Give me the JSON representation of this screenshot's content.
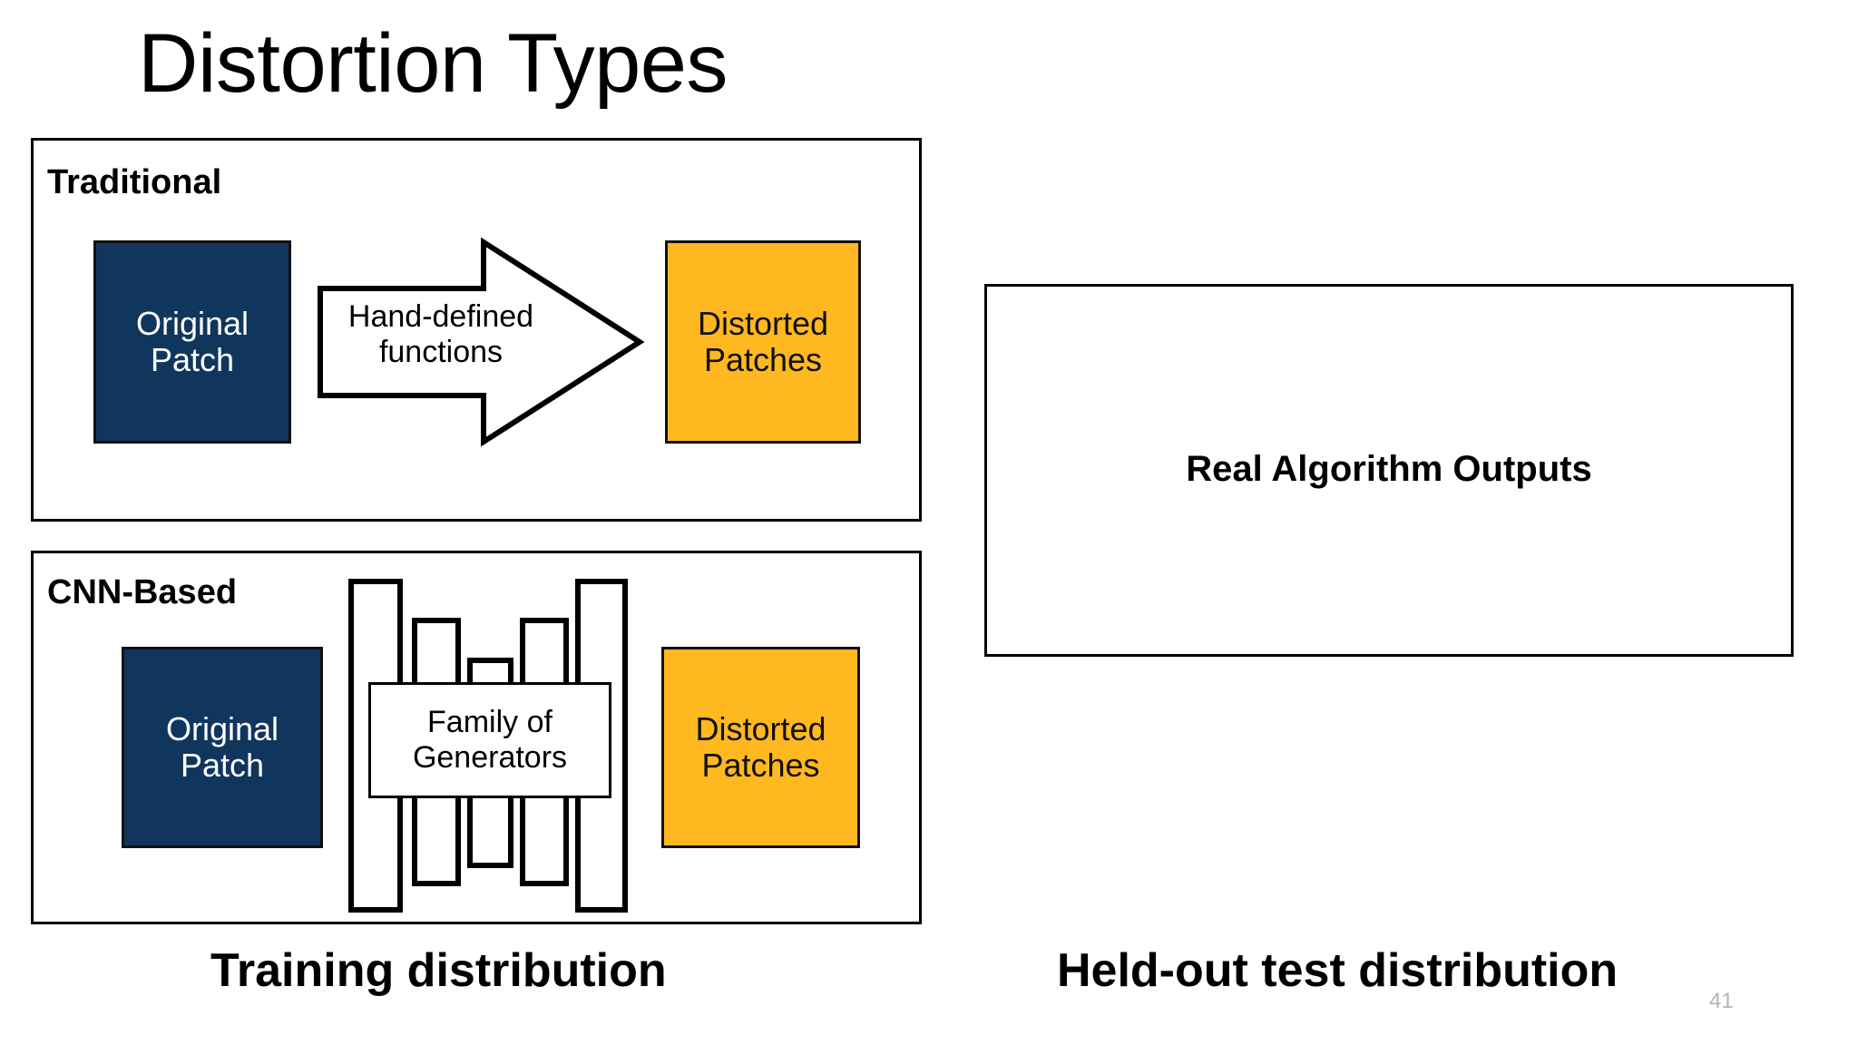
{
  "slide": {
    "title": "Distortion Types",
    "page_number": "41"
  },
  "panels": {
    "traditional": {
      "label": "Traditional",
      "source_patch": {
        "line1": "Original",
        "line2": "Patch"
      },
      "transform_caption": {
        "line1": "Hand-defined",
        "line2": "functions"
      },
      "output_patch": {
        "line1": "Distorted",
        "line2": "Patches"
      }
    },
    "cnn_based": {
      "label": "CNN-Based",
      "source_patch": {
        "line1": "Original",
        "line2": "Patch"
      },
      "transform_caption": {
        "line1": "Family of",
        "line2": "Generators"
      },
      "output_patch": {
        "line1": "Distorted",
        "line2": "Patches"
      }
    },
    "real_outputs": {
      "label": "Real Algorithm Outputs"
    }
  },
  "captions": {
    "left": "Training distribution",
    "right": "Held-out test distribution"
  },
  "colors": {
    "original_patch_fill": "#11365D",
    "distorted_patch_fill": "#FFB81F",
    "outline": "#000000",
    "background": "#FFFFFF",
    "page_number": "#B4B4B4"
  }
}
